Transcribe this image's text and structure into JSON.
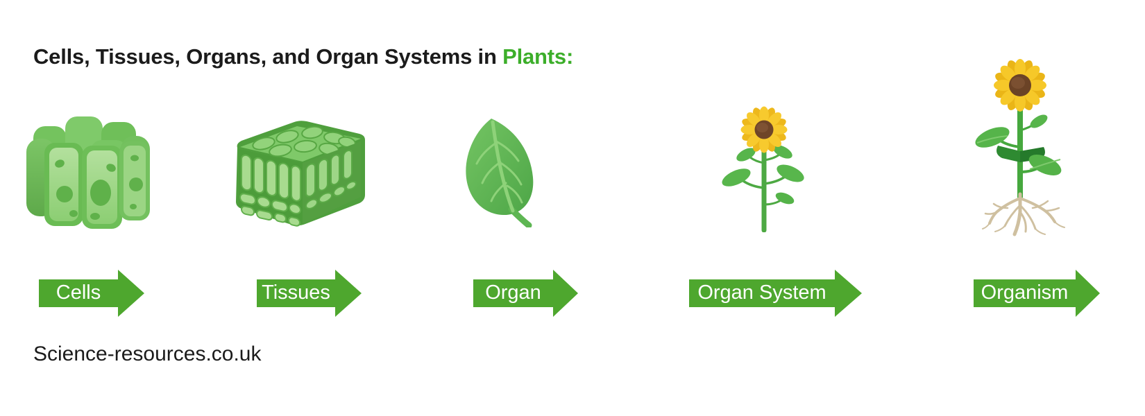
{
  "title": {
    "prefix": "Cells, Tissues, Organs, and Organ Systems in ",
    "highlight": "Plants:"
  },
  "stages": [
    {
      "label": "Cells",
      "illustration": "plant-cells-3d-illustration"
    },
    {
      "label": "Tissues",
      "illustration": "plant-tissue-block-illustration"
    },
    {
      "label": "Organ",
      "illustration": "leaf-illustration"
    },
    {
      "label": "Organ System",
      "illustration": "sunflower-shoot-system-illustration"
    },
    {
      "label": "Organism",
      "illustration": "whole-sunflower-plant-illustration"
    }
  ],
  "footer": {
    "website": "Science-resources.co.uk"
  },
  "colors": {
    "arrow_green": "#4EA72E",
    "title_green": "#3CAE2A",
    "arrow_label": "#FFFFFF",
    "text_dark": "#1B1B1B",
    "background": "#FFFFFF"
  }
}
